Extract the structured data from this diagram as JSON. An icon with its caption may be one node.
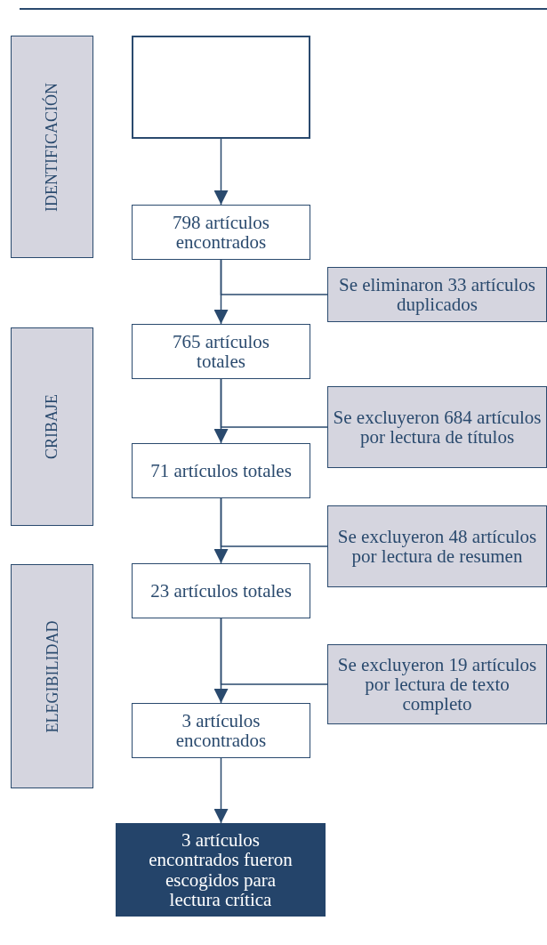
{
  "diagram": {
    "nodes": [
      {
        "text": [
          "IDENTIFICACIÓN"
        ]
      },
      {
        "text": [],
        "shape": "box"
      },
      {
        "text": [
          "798 artículos encontrados"
        ]
      },
      {
        "text": [
          "Se eliminaron 33 artículos duplicados"
        ]
      },
      {
        "text": [
          "CRIBAJE"
        ]
      },
      {
        "text": [
          "765 artículos totales"
        ]
      },
      {
        "text": [
          "Se excluyeron 684 artículos por lectura de títulos"
        ]
      },
      {
        "text": [
          "71 artículos totales"
        ]
      },
      {
        "text": [
          "Se excluyeron 48 artículos por lectura de resumen"
        ]
      },
      {
        "text": [
          "ELEGIBILIDAD"
        ]
      },
      {
        "text": [
          "23 artículos totales"
        ]
      },
      {
        "text": [
          "Se excluyeron 19 artículos por lectura de texto completo"
        ]
      },
      {
        "text": [
          "3 artículos encontrados"
        ]
      },
      {
        "text": [
          "3 artículos encontrados fueron escogidos para lectura crítica"
        ]
      }
    ],
    "edges": [
      {
        "from": 1,
        "to": 2,
        "arrow": "to"
      },
      {
        "from": 2,
        "to": 5,
        "arrow": "to"
      },
      {
        "from": 2,
        "to": 3,
        "arrow": "none"
      },
      {
        "from": 5,
        "to": 7,
        "arrow": "to"
      },
      {
        "from": 5,
        "to": 6,
        "arrow": "none"
      },
      {
        "from": 7,
        "to": 10,
        "arrow": "to"
      },
      {
        "from": 7,
        "to": 8,
        "arrow": "none"
      },
      {
        "from": 10,
        "to": 12,
        "arrow": "to"
      },
      {
        "from": 10,
        "to": 11,
        "arrow": "none"
      },
      {
        "from": 12,
        "to": 13,
        "arrow": "to"
      }
    ]
  }
}
